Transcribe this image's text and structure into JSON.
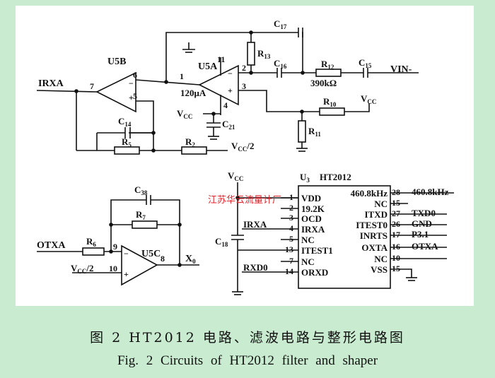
{
  "labels": {
    "u5b": "U5B",
    "u5a": "U5A",
    "u5c": "U5C",
    "u3": "U",
    "u3_sub": "3",
    "ht2012": "HT2012",
    "irxa_left": "IRXA",
    "vin": "VIN-",
    "otxa": "OTXA",
    "x0": "X",
    "x0_sub": "0",
    "vcc_half": "V",
    "vcc_half_sub": "CC",
    "vcc_half_tail": "/2",
    "vcc": "V",
    "vcc_sub": "CC",
    "irxa_mid": "IRXA",
    "rxd0": "RXD0",
    "c17": "C",
    "c17_sub": "17",
    "r13": "R",
    "r13_sub": "13",
    "c16": "C",
    "c16_sub": "16",
    "r12": "R",
    "r12_sub": "12",
    "c15": "C",
    "c15_sub": "15",
    "r12_val": "390kΩ",
    "r10": "R",
    "r10_sub": "10",
    "r11": "R",
    "r11_sub": "11",
    "c14": "C",
    "c14_sub": "14",
    "r5": "R",
    "r5_sub": "5",
    "r2": "R",
    "r2_sub": "2",
    "c21": "C",
    "c21_sub": "21",
    "current": "120μA",
    "c38": "C",
    "c38_sub": "38",
    "r7": "R",
    "r7_sub": "7",
    "r6": "R",
    "r6_sub": "6",
    "c18": "C",
    "c18_sub": "18",
    "pin_u5b_6": "6",
    "pin_u5b_7": "7",
    "pin_u5b_5": "5",
    "pin_u5a_11": "11",
    "pin_u5a_1": "1",
    "pin_u5a_2": "2",
    "pin_u5a_3": "3",
    "pin_u5a_4": "4",
    "pin_u5c_9": "9",
    "pin_u5c_10": "10",
    "pin_u5c_8": "8",
    "minus": "−",
    "plus": "+"
  },
  "ic": {
    "left_pins": [
      {
        "num": "1",
        "name": "VDD"
      },
      {
        "num": "2",
        "name": "19.2K"
      },
      {
        "num": "3",
        "name": "OCD"
      },
      {
        "num": "4",
        "name": "IRXA"
      },
      {
        "num": "5",
        "name": "NC"
      },
      {
        "num": "13",
        "name": "ITEST1"
      },
      {
        "num": "7",
        "name": "NC"
      },
      {
        "num": "14",
        "name": "ORXD"
      }
    ],
    "right_pins": [
      {
        "num": "28",
        "name": "460.8kHz",
        "net": "460.8kHz"
      },
      {
        "num": "15",
        "name": "NC",
        "net": ""
      },
      {
        "num": "27",
        "name": "ITXD",
        "net": "TXD0"
      },
      {
        "num": "26",
        "name": "ITEST0",
        "net": "GND"
      },
      {
        "num": "17",
        "name": "INRTS",
        "net": "P3.1"
      },
      {
        "num": "16",
        "name": "OXTA",
        "net": "OTXA"
      },
      {
        "num": "10",
        "name": "NC",
        "net": ""
      },
      {
        "num": "15",
        "name": "VSS",
        "net": ""
      }
    ]
  },
  "watermark": "江苏华云流量计厂",
  "caption": {
    "cn": "图 2 HT2012 电路、滤波电路与整形电路图",
    "en": "Fig. 2   Circuits of HT2012 filter and shaper"
  }
}
